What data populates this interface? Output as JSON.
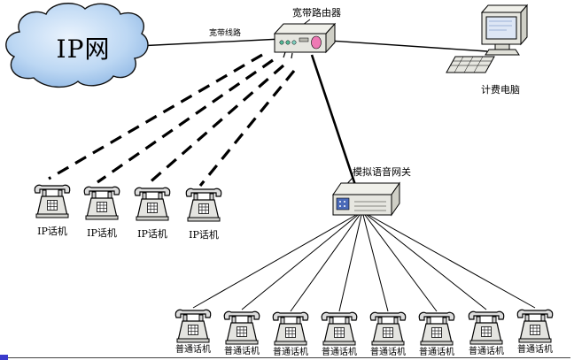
{
  "diagram": {
    "cloud": {
      "label": "IP网"
    },
    "router": {
      "label": "宽带路由器"
    },
    "link": {
      "label": "宽带线路"
    },
    "computer": {
      "label": "计费电脑"
    },
    "gateway": {
      "label": "模拟语音网关"
    },
    "ip_phones": [
      {
        "label": "IP话机"
      },
      {
        "label": "IP话机"
      },
      {
        "label": "IP话机"
      },
      {
        "label": "IP话机"
      }
    ],
    "analog_phones": [
      {
        "label": "普通话机"
      },
      {
        "label": "普通话机"
      },
      {
        "label": "普通话机"
      },
      {
        "label": "普通话机"
      },
      {
        "label": "普通话机"
      },
      {
        "label": "普通话机"
      },
      {
        "label": "普通话机"
      },
      {
        "label": "普通话机"
      }
    ],
    "colors": {
      "cloud_fill": "#9fc3ec",
      "outline": "#000000",
      "device_fill": "#e6e6e2",
      "screen_fill": "#dde6f5",
      "accent_pink": "#ee79b4",
      "accent_teal": "#55bb99",
      "gateway_panel": "#4a6ab8"
    }
  }
}
